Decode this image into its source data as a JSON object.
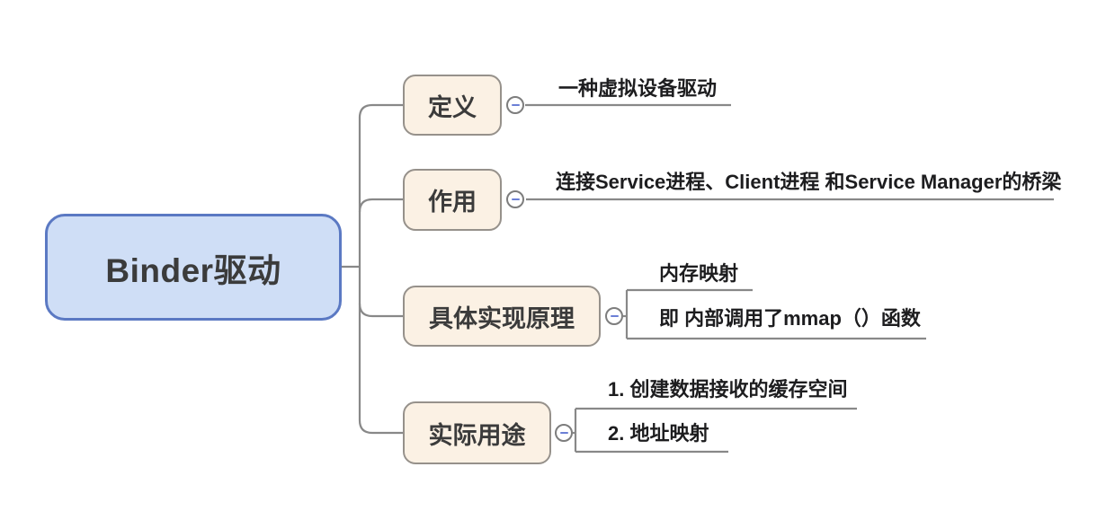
{
  "app": {
    "type": "mindmap",
    "background": "#ffffff"
  },
  "mindmap": {
    "root": {
      "label": "Binder驱动"
    },
    "branches": [
      {
        "label": "定义",
        "children": [
          {
            "label": "一种虚拟设备驱动"
          }
        ]
      },
      {
        "label": "作用",
        "children": [
          {
            "label": "连接Service进程、Client进程 和Service Manager的桥梁"
          }
        ]
      },
      {
        "label": "具体实现原理",
        "children": [
          {
            "label": "内存映射"
          },
          {
            "label": "即 内部调用了mmap（）函数"
          }
        ]
      },
      {
        "label": "实际用途",
        "children": [
          {
            "label": "1. 创建数据接收的缓存空间"
          },
          {
            "label": "2. 地址映射"
          }
        ]
      }
    ],
    "collapse_icon": "minus",
    "colors": {
      "root_fill": "#cfdef6",
      "root_border": "#5b79c3",
      "topic_fill": "#fbf1e4",
      "topic_border": "#96918b",
      "connector": "#888888",
      "collapse_border": "#7d7d7d",
      "collapse_minus": "#6b7fd6",
      "topic_text": "#3b3b3b",
      "child_text": "#1d1d1f"
    }
  }
}
